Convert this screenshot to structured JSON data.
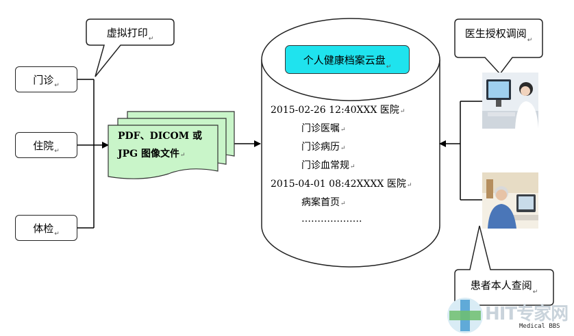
{
  "sources": [
    {
      "label": "门诊"
    },
    {
      "label": "住院"
    },
    {
      "label": "体检"
    }
  ],
  "virtual_print_callout": "虚拟打印",
  "documents_label_line1": "PDF、DICOM 或",
  "documents_label_line2": "JPG 图像文件",
  "cloud_title": "个人健康档案云盘",
  "records": [
    {
      "text": "2015-02-26 12:40XXX 医院",
      "indent": false
    },
    {
      "text": "门诊医嘱",
      "indent": true
    },
    {
      "text": "门诊病历",
      "indent": true
    },
    {
      "text": "门诊血常规",
      "indent": true
    },
    {
      "text": "2015-04-01 08:42XXXX 医院",
      "indent": false
    },
    {
      "text": "病案首页",
      "indent": true
    },
    {
      "text": "……………….",
      "indent": true
    }
  ],
  "doctor_callout": "医生授权调阅",
  "patient_callout": "患者本人查阅",
  "paragraph_mark": "↵",
  "watermark": {
    "brand": "HIT专家网",
    "sub": "Medical BBS"
  },
  "colors": {
    "cloud_title_bg": "#1fe3ee",
    "documents_bg": "#c9f5c9",
    "line": "#000000"
  }
}
